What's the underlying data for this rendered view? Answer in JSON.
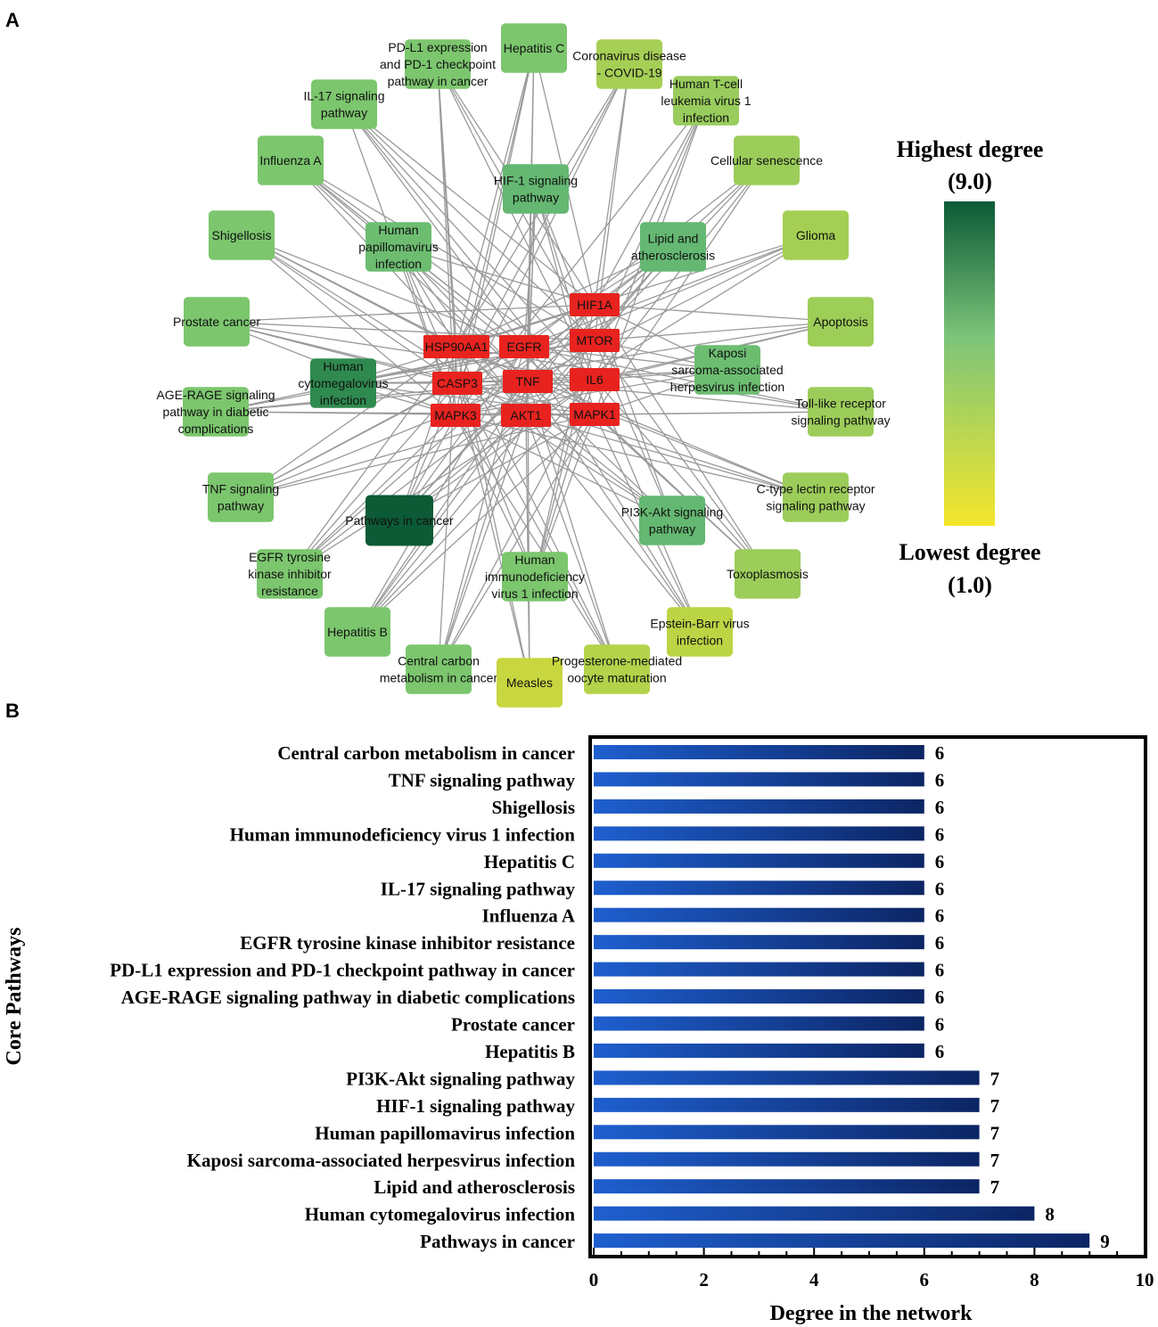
{
  "panel_a_label": "A",
  "panel_b_label": "B",
  "colors": {
    "gene_node": "#e8231f",
    "edge": "#9a9a9a",
    "bar_start": "#1e5fcf",
    "bar_end": "#0c2564",
    "gradient_high": "#0b5a36",
    "gradient_mid": "#7dc57a",
    "gradient_low": "#f4e62a"
  },
  "legend": {
    "high_label": "Highest degree",
    "high_value": "(9.0)",
    "low_label": "Lowest degree",
    "low_value": "(1.0)"
  },
  "network": {
    "genes": [
      "HIF1A",
      "HSP90AA1",
      "EGFR",
      "MTOR",
      "CASP3",
      "TNF",
      "IL6",
      "MAPK3",
      "AKT1",
      "MAPK1"
    ],
    "pathways": [
      {
        "id": "hepc",
        "lines": [
          "Hepatitis C"
        ],
        "degree": 6,
        "color": "#7cc66e"
      },
      {
        "id": "covid",
        "lines": [
          "Coronavirus disease",
          "- COVID-19"
        ],
        "degree": 5,
        "color": "#a6cf55"
      },
      {
        "id": "pdl1",
        "lines": [
          "PD-L1 expression",
          "and PD-1 checkpoint",
          "pathway in cancer"
        ],
        "degree": 6,
        "color": "#7cc66e"
      },
      {
        "id": "htlv",
        "lines": [
          "Human T-cell",
          "leukemia virus 1",
          "infection"
        ],
        "degree": 5,
        "color": "#98cc5c"
      },
      {
        "id": "il17",
        "lines": [
          "IL-17 signaling",
          "pathway"
        ],
        "degree": 6,
        "color": "#7cc66e"
      },
      {
        "id": "cellsen",
        "lines": [
          "Cellular senescence"
        ],
        "degree": 5,
        "color": "#9ccd5a"
      },
      {
        "id": "flu",
        "lines": [
          "Influenza A"
        ],
        "degree": 6,
        "color": "#7cc66e"
      },
      {
        "id": "hif1",
        "lines": [
          "HIF-1 signaling",
          "pathway"
        ],
        "degree": 7,
        "color": "#64b872"
      },
      {
        "id": "glioma",
        "lines": [
          "Glioma"
        ],
        "degree": 5,
        "color": "#a4cf54"
      },
      {
        "id": "shig",
        "lines": [
          "Shigellosis"
        ],
        "degree": 6,
        "color": "#7cc66e"
      },
      {
        "id": "hpv",
        "lines": [
          "Human",
          "papillomavirus",
          "infection"
        ],
        "degree": 7,
        "color": "#6dbd71"
      },
      {
        "id": "lipid",
        "lines": [
          "Lipid and",
          "atherosclerosis"
        ],
        "degree": 7,
        "color": "#64b872"
      },
      {
        "id": "apop",
        "lines": [
          "Apoptosis"
        ],
        "degree": 5,
        "color": "#9dce58"
      },
      {
        "id": "prost",
        "lines": [
          "Prostate cancer"
        ],
        "degree": 6,
        "color": "#7cc66e"
      },
      {
        "id": "kaposi",
        "lines": [
          "Kaposi",
          "sarcoma-associated",
          "herpesvirus infection"
        ],
        "degree": 7,
        "color": "#6dbd71"
      },
      {
        "id": "hcmv",
        "lines": [
          "Human",
          "cytomegalovirus",
          "infection"
        ],
        "degree": 8,
        "color": "#2f8a4f"
      },
      {
        "id": "age",
        "lines": [
          "AGE-RAGE signaling",
          "pathway in diabetic",
          "complications"
        ],
        "degree": 6,
        "color": "#7cc66e"
      },
      {
        "id": "tlr",
        "lines": [
          "Toll-like receptor",
          "signaling pathway"
        ],
        "degree": 5,
        "color": "#9ccd5a"
      },
      {
        "id": "tnf",
        "lines": [
          "TNF signaling",
          "pathway"
        ],
        "degree": 6,
        "color": "#7cc66e"
      },
      {
        "id": "ctype",
        "lines": [
          "C-type lectin receptor",
          "signaling pathway"
        ],
        "degree": 5,
        "color": "#9ccd5a"
      },
      {
        "id": "pic",
        "lines": [
          "Pathways in cancer"
        ],
        "degree": 9,
        "color": "#0c5a36"
      },
      {
        "id": "pi3k",
        "lines": [
          "PI3K-Akt signaling",
          "pathway"
        ],
        "degree": 7,
        "color": "#64b872"
      },
      {
        "id": "egfrtki",
        "lines": [
          "EGFR tyrosine",
          "kinase inhibitor",
          "resistance"
        ],
        "degree": 6,
        "color": "#7cc66e"
      },
      {
        "id": "hiv",
        "lines": [
          "Human",
          "immunodeficiency",
          "virus 1 infection"
        ],
        "degree": 6,
        "color": "#7cc66e"
      },
      {
        "id": "toxo",
        "lines": [
          "Toxoplasmosis"
        ],
        "degree": 5,
        "color": "#9ccd5a"
      },
      {
        "id": "hepb",
        "lines": [
          "Hepatitis B"
        ],
        "degree": 6,
        "color": "#7cc66e"
      },
      {
        "id": "ebv",
        "lines": [
          "Epstein-Barr virus",
          "infection"
        ],
        "degree": 5,
        "color": "#bcd544"
      },
      {
        "id": "ccm",
        "lines": [
          "Central carbon",
          "metabolism in cancer"
        ],
        "degree": 6,
        "color": "#7cc66e"
      },
      {
        "id": "meas",
        "lines": [
          "Measles"
        ],
        "degree": 4,
        "color": "#c8d63f"
      },
      {
        "id": "prog",
        "lines": [
          "Progesterone-mediated",
          "oocyte maturation"
        ],
        "degree": 5,
        "color": "#b4d34b"
      }
    ]
  },
  "chart_data": {
    "type": "bar",
    "orientation": "horizontal",
    "categories": [
      "Central carbon metabolism in cancer",
      "TNF signaling pathway",
      "Shigellosis",
      "Human immunodeficiency virus 1 infection",
      "Hepatitis C",
      "IL-17 signaling pathway",
      "Influenza A",
      "EGFR tyrosine kinase inhibitor resistance",
      "PD-L1 expression and PD-1 checkpoint pathway in cancer",
      "AGE-RAGE signaling pathway in diabetic complications",
      "Prostate cancer",
      "Hepatitis B",
      "PI3K-Akt signaling pathway",
      "HIF-1 signaling pathway",
      "Human papillomavirus infection",
      "Kaposi sarcoma-associated herpesvirus infection",
      "Lipid and atherosclerosis",
      "Human cytomegalovirus infection",
      "Pathways in cancer"
    ],
    "values": [
      6,
      6,
      6,
      6,
      6,
      6,
      6,
      6,
      6,
      6,
      6,
      6,
      7,
      7,
      7,
      7,
      7,
      8,
      9
    ],
    "xlabel": "Degree in the network",
    "ylabel": "Core Pathways",
    "xlim": [
      0,
      10
    ],
    "xticks": [
      0,
      2,
      4,
      6,
      8,
      10
    ],
    "grid": false,
    "data_labels": true
  }
}
